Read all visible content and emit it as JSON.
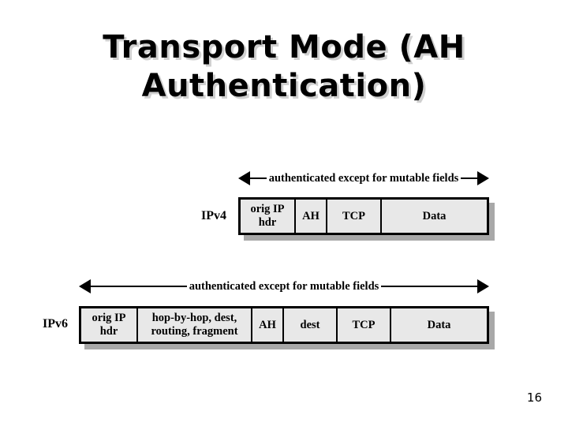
{
  "slide": {
    "title": "Transport Mode (AH\nAuthentication)",
    "page_number": "16",
    "background_color": "#ffffff",
    "box_fill_color": "#e8e8e8",
    "box_border_color": "#000000",
    "shadow_color": "#a8a8a8"
  },
  "ipv4": {
    "protocol_label": "IPv4",
    "arrow_text": "authenticated except for mutable fields",
    "fields": [
      {
        "label": "orig IP\nhdr"
      },
      {
        "label": "AH"
      },
      {
        "label": "TCP"
      },
      {
        "label": "Data"
      }
    ]
  },
  "ipv6": {
    "protocol_label": "IPv6",
    "arrow_text": "authenticated except for mutable fields",
    "fields": [
      {
        "label": "orig IP\nhdr"
      },
      {
        "label": "hop-by-hop, dest,\nrouting, fragment"
      },
      {
        "label": "AH"
      },
      {
        "label": "dest"
      },
      {
        "label": "TCP"
      },
      {
        "label": "Data"
      }
    ]
  }
}
